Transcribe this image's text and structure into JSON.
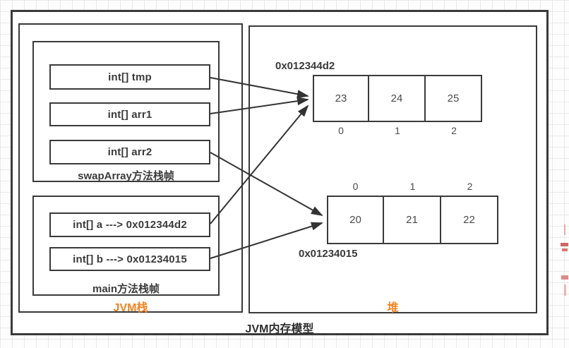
{
  "diagram": {
    "title": "JVM内存模型",
    "stack": {
      "label": "JVM栈",
      "frames": [
        {
          "label": "swapArray方法栈帧",
          "vars": [
            "int[] tmp",
            "int[] arr1",
            "int[] arr2"
          ]
        },
        {
          "label": "main方法栈帧",
          "vars": [
            "int[] a ---> 0x012344d2",
            "int[] b ---> 0x01234015"
          ]
        }
      ]
    },
    "heap": {
      "label": "堆",
      "arrays": [
        {
          "address": "0x012344d2",
          "values": [
            "23",
            "24",
            "25"
          ],
          "indices": [
            "0",
            "1",
            "2"
          ],
          "address_position": "above-left",
          "index_position": "below"
        },
        {
          "address": "0x01234015",
          "values": [
            "20",
            "21",
            "22"
          ],
          "indices": [
            "0",
            "1",
            "2"
          ],
          "address_position": "below-left",
          "index_position": "above"
        }
      ]
    },
    "pointers": [
      {
        "from": "int[] tmp",
        "to": "0x012344d2"
      },
      {
        "from": "int[] arr1",
        "to": "0x012344d2"
      },
      {
        "from": "int[] arr2",
        "to": "0x01234015"
      },
      {
        "from": "int[] a",
        "to": "0x012344d2"
      },
      {
        "from": "int[] b",
        "to": "0x01234015"
      }
    ],
    "colors": {
      "accent_orange": "#F5821F",
      "line_dark": "#3A3A3A"
    }
  }
}
